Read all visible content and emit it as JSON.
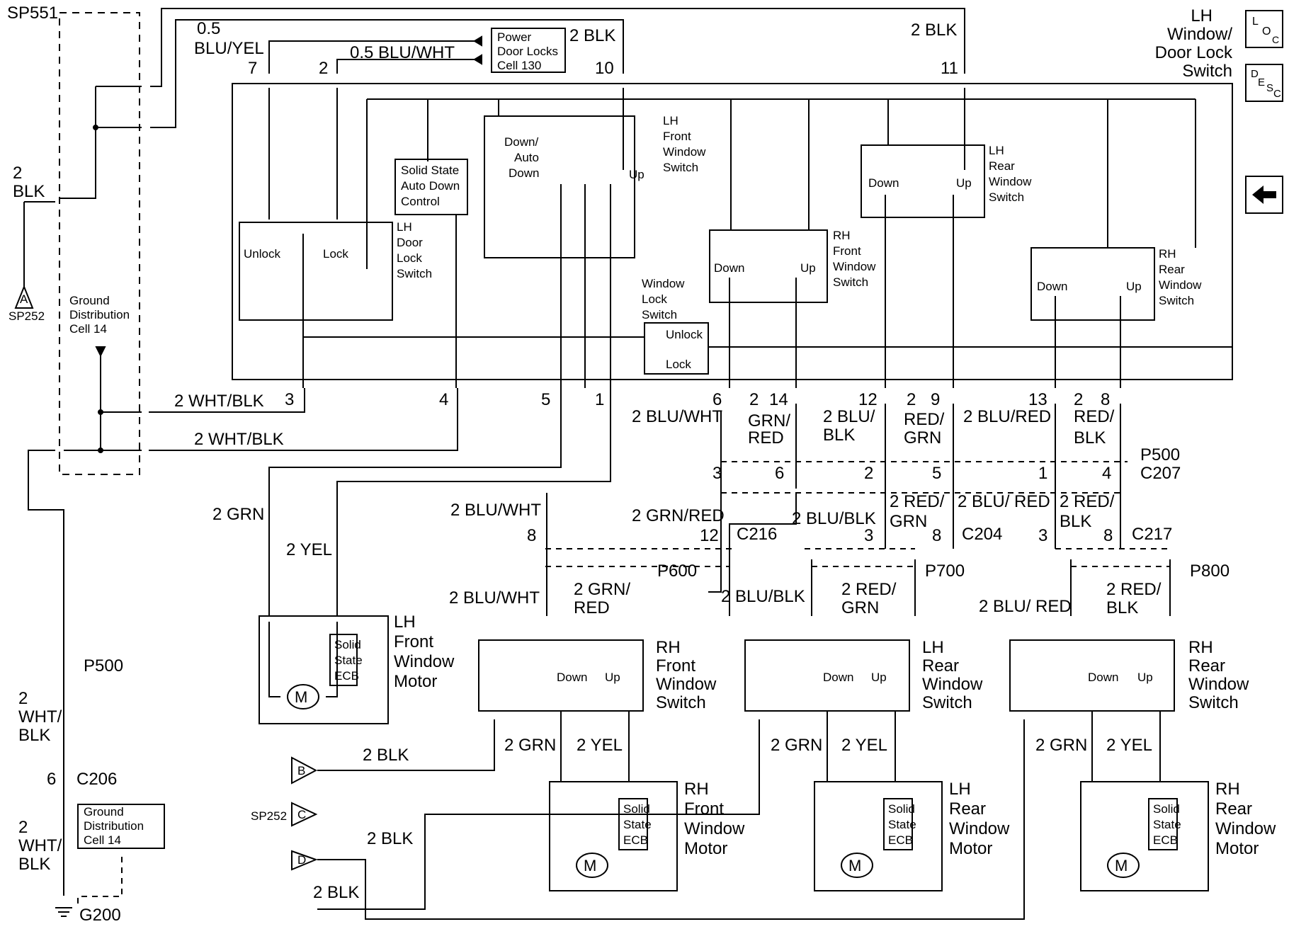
{
  "labels": {
    "sp551": "SP551",
    "sp252": "SP252",
    "sp252_b": "SP252",
    "a": "A",
    "b": "B",
    "c": "C",
    "d": "D",
    "w_0_5": "0.5",
    "w_bluyel": "BLU/YEL",
    "w_05bluwht": "0.5 BLU/WHT",
    "w_2blk_top": "2 BLK",
    "w_2blk_top2": "2 BLK",
    "p7": "7",
    "p2": "2",
    "p10": "10",
    "p11": "11",
    "pdl1": "Power",
    "pdl2": "Door Locks",
    "pdl3": "Cell 130",
    "hdr1": "LH",
    "hdr2": "Window/",
    "hdr3": "Door Lock",
    "hdr4": "Switch",
    "w_2": "2",
    "w_blk": "BLK",
    "gd1": "Ground",
    "gd2": "Distribution",
    "gd3": "Cell 14",
    "ssad1": "Solid State",
    "ssad2": "Auto Down",
    "ssad3": "Control",
    "lhdl1": "LH",
    "lhdl2": "Door",
    "lhdl3": "Lock",
    "lhdl4": "Switch",
    "unlock": "Unlock",
    "lock": "Lock",
    "lhfs1": "LH",
    "lhfs2": "Front",
    "lhfs3": "Window",
    "lhfs4": "Switch",
    "downauto1": "Down/",
    "downauto2": "Auto",
    "downauto3": "Down",
    "up_lhf": "Up",
    "lhrs1": "LH",
    "lhrs2": "Rear",
    "lhrs3": "Window",
    "lhrs4": "Switch",
    "down_lhr": "Down",
    "up_lhr": "Up",
    "rhfs1": "RH",
    "rhfs2": "Front",
    "rhfs3": "Window",
    "rhfs4": "Switch",
    "down_rhf": "Down",
    "up_rhf": "Up",
    "rhrs1": "RH",
    "rhrs2": "Rear",
    "rhrs3": "Window",
    "rhrs4": "Switch",
    "down_rhr": "Down",
    "up_rhr": "Up",
    "wl1": "Window",
    "wl2": "Lock",
    "wl3": "Switch",
    "wl_unlock": "Unlock",
    "wl_lock": "Lock",
    "p3": "3",
    "p4": "4",
    "p5": "5",
    "p1": "1",
    "p6": "6",
    "p14": "14",
    "p12": "12",
    "p9": "9",
    "p13": "13",
    "p8": "8",
    "p9_2": "2",
    "p8_2": "2",
    "p14_2": "2",
    "w_2whtblk1": "2 WHT/BLK",
    "w_2whtblk2": "2 WHT/BLK",
    "w_2bluwht_c": "2 BLU/WHT",
    "w_grn": "GRN/",
    "w_red": "RED",
    "w_2blu": "2 BLU/",
    "w_blk2": "BLK",
    "w_redgrn": "RED/",
    "w_grn2": "GRN",
    "w_2blured_c": "2 BLU/RED",
    "w_red2": "RED/",
    "w_blk3": "BLK",
    "p500": "P500",
    "c207": "C207",
    "c3": "3",
    "c6": "6",
    "c2": "2",
    "c5": "5",
    "c1": "1",
    "c4": "4",
    "w_2grn": "2 GRN",
    "w_2yel": "2 YEL",
    "w_2bluwht_a": "2 BLU/WHT",
    "w_2grnred_a": "2 GRN/RED",
    "w_2blublk_a": "2 BLU/BLK",
    "w_2red_a": "2 RED/",
    "w_grn_a": "GRN",
    "w_2blured_a": "2 BLU/ RED",
    "w_2red_b": "2 RED/",
    "w_blk_b": "BLK",
    "c216": "C216",
    "c204": "C204",
    "c217": "C217",
    "n8a": "8",
    "n12a": "12",
    "n3a": "3",
    "n8b": "8",
    "n3b": "3",
    "n8c": "8",
    "p600": "P600",
    "p700": "P700",
    "p800": "P800",
    "w_2bluwht_b": "2 BLU/WHT",
    "w_2grn_b": "2 GRN/",
    "w_red_b": "RED",
    "w_2blublk_b": "2 BLU/BLK",
    "w_2red_c": "2 RED/",
    "w_grn_c": "GRN",
    "w_2blured_b": "2 BLU/ RED",
    "w_2red_d": "2 RED/",
    "w_blk_d": "BLK",
    "lhfm1": "LH",
    "lhfm2": "Front",
    "lhfm3": "Window",
    "lhfm4": "Motor",
    "ss1": "Solid",
    "ss2": "State",
    "ss3": "ECB",
    "rhfsw1": "RH",
    "rhfsw2": "Front",
    "rhfsw3": "Window",
    "rhfsw4": "Switch",
    "lhrsw1": "LH",
    "lhrsw2": "Rear",
    "lhrsw3": "Window",
    "lhrsw4": "Switch",
    "rhrsw1": "RH",
    "rhrsw2": "Rear",
    "rhrsw3": "Window",
    "rhrsw4": "Switch",
    "down_a": "Down",
    "up_a": "Up",
    "m": "M",
    "rhfm1": "RH",
    "rhfm2": "Front",
    "rhfm3": "Window",
    "rhfm4": "Motor",
    "lhrm1": "LH",
    "lhrm2": "Rear",
    "lhrm3": "Window",
    "lhrm4": "Motor",
    "rhrm1": "RH",
    "rhrm2": "Rear",
    "rhrm3": "Window",
    "rhrm4": "Motor",
    "g200": "G200",
    "c206": "C206",
    "n6": "6",
    "w_2_a": "2",
    "w_wht_a": "WHT/",
    "w_blk_a": "BLK",
    "w_2_b": "2",
    "w_wht_b": "WHT/",
    "w_blk_b2": "BLK",
    "w_2blk_b": "2 BLK",
    "w_2blk_c": "2 BLK",
    "w_2blk_d": "2 BLK"
  },
  "nav": {
    "loc_text": "L",
    "loc_o": "O",
    "loc_c": "C",
    "desc_d": "D",
    "desc_e": "E",
    "desc_s": "S",
    "desc_c": "C",
    "back_arrow": "back-arrow-icon"
  }
}
